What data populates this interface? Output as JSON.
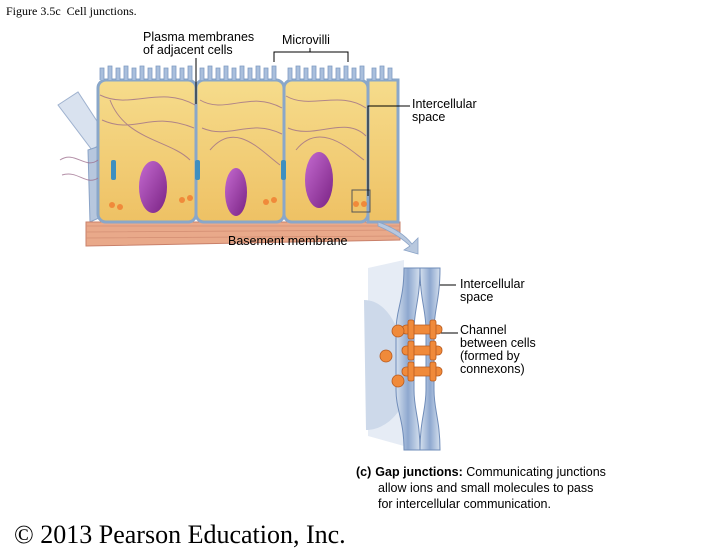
{
  "figure_title": "Figure 3.5c  Cell junctions.",
  "labels": {
    "plasma_membranes_line1": "Plasma membranes",
    "plasma_membranes_line2": "of adjacent cells",
    "microvilli": "Microvilli",
    "intercellular_space_top_line1": "Intercellular",
    "intercellular_space_top_line2": "space",
    "basement_membrane": "Basement membrane",
    "intercellular_space_enlarged_line1": "Intercellular",
    "intercellular_space_enlarged_line2": "space",
    "channel_line1": "Channel",
    "channel_line2": "between cells",
    "channel_line3": "(formed by",
    "channel_line4": "connexons)"
  },
  "caption": {
    "panel_tag": "(c)",
    "term": "Gap junctions:",
    "text_line1": " Communicating junctions",
    "text_line2": "allow ions and small molecules to pass",
    "text_line3": "for intercellular communication."
  },
  "copyright": "© 2013 Pearson Education, Inc.",
  "colors": {
    "cytoplasm": "#f2cf74",
    "membrane": "#8aa7c9",
    "nucleus": "#9b3aa0",
    "basement": "#e9a98a",
    "connexon": "#f08a3a",
    "junction_bg": "#9fb8da",
    "cytoskeleton": "#9a6a8a"
  },
  "icons": [
    "cell-block-illustration",
    "gap-junction-enlargement",
    "zoom-arrow"
  ]
}
